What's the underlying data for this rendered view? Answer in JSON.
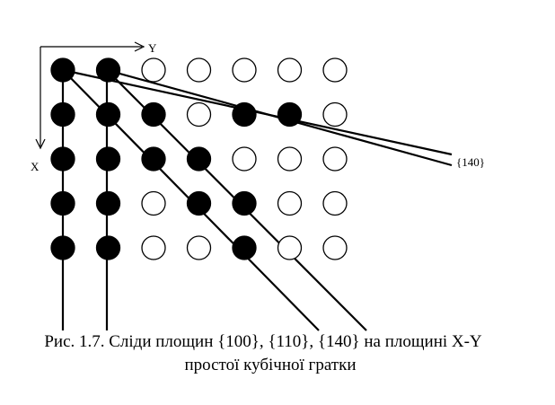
{
  "axes": {
    "x_label": "X",
    "y_label": "Y"
  },
  "plane_label": "{140}",
  "caption": {
    "line1": "Рис. 1.7. Сліди площин {100}, {110}, {140} на площині X-Y",
    "line2": "простої кубічної гратки"
  },
  "lattice": {
    "rows": 5,
    "cols": 7,
    "filled": [
      [
        1,
        1,
        0,
        0,
        0,
        0,
        0
      ],
      [
        1,
        1,
        1,
        0,
        1,
        1,
        0
      ],
      [
        1,
        1,
        1,
        1,
        0,
        0,
        0
      ],
      [
        1,
        1,
        0,
        1,
        1,
        0,
        0
      ],
      [
        1,
        1,
        0,
        0,
        1,
        0,
        0
      ]
    ]
  },
  "colors": {
    "ink": "#000000",
    "paper": "#ffffff"
  }
}
